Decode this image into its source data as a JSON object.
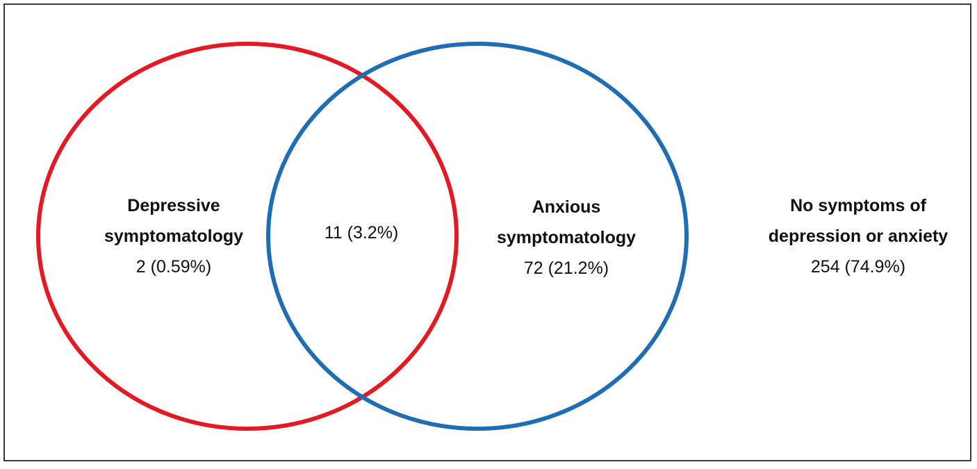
{
  "colors": {
    "depressive_circle": "#e31a23",
    "anxious_circle": "#1f6db3",
    "frame": "#3a3a3a"
  },
  "regions": {
    "depressive_only": {
      "title_line1": "Depressive",
      "title_line2": "symptomatology",
      "count": "2 (0.59%)",
      "n": 2,
      "percent": 0.59
    },
    "overlap": {
      "count": "11 (3.2%)",
      "n": 11,
      "percent": 3.2
    },
    "anxious_only": {
      "title_line1": "Anxious",
      "title_line2": "symptomatology",
      "count": "72 (21.2%)",
      "n": 72,
      "percent": 21.2
    },
    "neither": {
      "title_line1": "No symptoms of",
      "title_line2": "depression or anxiety",
      "count": "254 (74.9%)",
      "n": 254,
      "percent": 74.9
    }
  }
}
